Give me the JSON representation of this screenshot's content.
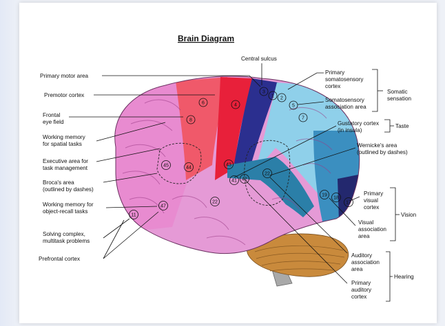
{
  "title": "Brain Diagram",
  "labels": {
    "central_sulcus": "Central sulcus",
    "primary_motor": "Primary motor area",
    "premotor": "Premotor cortex",
    "frontal_eye_1": "Frontal",
    "frontal_eye_2": "eye field",
    "wm_spatial_1": "Working memory",
    "wm_spatial_2": "for spatial tasks",
    "executive_1": "Executive area for",
    "executive_2": "task management",
    "broca_1": "Broca's area",
    "broca_2": "(outlined by dashes)",
    "wm_object_1": "Working memory for",
    "wm_object_2": "object-recall tasks",
    "solving_1": "Solving complex,",
    "solving_2": "multitask problems",
    "prefrontal": "Prefrontal cortex",
    "primary_somato_1": "Primary",
    "primary_somato_2": "somatosensory",
    "primary_somato_3": "cortex",
    "somato_assoc_1": "Somatosensory",
    "somato_assoc_2": "association area",
    "somatic_1": "Somatic",
    "somatic_2": "sensation",
    "gustatory_1": "Gustatory cortex",
    "gustatory_2": "(in insula)",
    "taste": "Taste",
    "wernicke_1": "Wernicke's area",
    "wernicke_2": "(outlined by dashes)",
    "primary_visual_1": "Primary",
    "primary_visual_2": "visual",
    "primary_visual_3": "cortex",
    "visual_assoc_1": "Visual",
    "visual_assoc_2": "association",
    "visual_assoc_3": "area",
    "vision": "Vision",
    "auditory_assoc_1": "Auditory",
    "auditory_assoc_2": "association",
    "auditory_assoc_3": "area",
    "primary_auditory_1": "Primary",
    "primary_auditory_2": "auditory",
    "primary_auditory_3": "cortex",
    "hearing": "Hearing"
  },
  "area_numbers": {
    "n3": "3",
    "n1": "1",
    "n2": "2",
    "n5": "5",
    "n6": "6",
    "n4": "4",
    "n8": "8",
    "n7": "7",
    "n45": "45",
    "n44": "44",
    "n43": "43",
    "n41": "41",
    "n42": "42",
    "n22a": "22",
    "n22b": "22",
    "n47": "47",
    "n11": "11",
    "n19": "19",
    "n18": "18",
    "n17": "17"
  },
  "colors": {
    "frontal_pink": "#e88bd0",
    "premotor_red": "#f0596a",
    "motor_red": "#e8203a",
    "somatosensory_navy": "#2b2f8f",
    "parietal_lightblue": "#8fd0ea",
    "temporal_pink": "#e59ad6",
    "auditory_teal": "#2b7fa8",
    "visual_navy": "#23286e",
    "cerebellum_orange": "#c98a3c",
    "brainstem_gray": "#a9a9a9"
  }
}
